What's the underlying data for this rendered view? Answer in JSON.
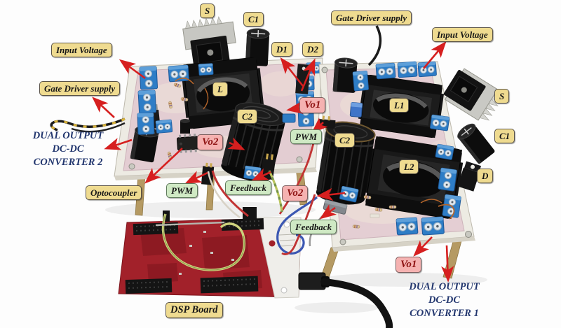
{
  "colors": {
    "label_yellow": "#efdb90",
    "label_green": "#cfe9c4",
    "label_pink": "#f5b2b1",
    "pink_text": "#8e1313",
    "annotation_navy": "#22366e",
    "arrow_red": "#d61f1f"
  },
  "labels": [
    {
      "id": "s-left",
      "text": "S"
    },
    {
      "id": "c1-left",
      "text": "C1"
    },
    {
      "id": "input-voltage-left",
      "text": "Input Voltage"
    },
    {
      "id": "gate-driver-supply-left",
      "text": "Gate Driver supply"
    },
    {
      "id": "l-left",
      "text": "L"
    },
    {
      "id": "c2-left",
      "text": "C2"
    },
    {
      "id": "d1",
      "text": "D1"
    },
    {
      "id": "d2",
      "text": "D2"
    },
    {
      "id": "vo1-left",
      "text": "Vo1"
    },
    {
      "id": "pwm-mid",
      "text": "PWM"
    },
    {
      "id": "vo2-left",
      "text": "Vo2"
    },
    {
      "id": "optocoupler",
      "text": "Optocoupler"
    },
    {
      "id": "pwm-bottom",
      "text": "PWM"
    },
    {
      "id": "feedback-bottom",
      "text": "Feedback"
    },
    {
      "id": "gate-driver-supply-right",
      "text": "Gate Driver supply"
    },
    {
      "id": "input-voltage-right",
      "text": "Input Voltage"
    },
    {
      "id": "s-right",
      "text": "S"
    },
    {
      "id": "c1-right",
      "text": "C1"
    },
    {
      "id": "d-right",
      "text": "D"
    },
    {
      "id": "l1",
      "text": "L1"
    },
    {
      "id": "l2",
      "text": "L2"
    },
    {
      "id": "c2-right",
      "text": "C2"
    },
    {
      "id": "vo2-right",
      "text": "Vo2"
    },
    {
      "id": "feedback-right",
      "text": "Feedback"
    },
    {
      "id": "vo1-right",
      "text": "Vo1"
    },
    {
      "id": "dsp-board",
      "text": "DSP Board"
    }
  ],
  "annotations": {
    "converter2": {
      "lines": [
        "DUAL OUTPUT",
        "DC-DC",
        "CONVERTER 2"
      ]
    },
    "converter1": {
      "lines": [
        "DUAL OUTPUT",
        "DC-DC",
        "CONVERTER 1"
      ]
    }
  }
}
